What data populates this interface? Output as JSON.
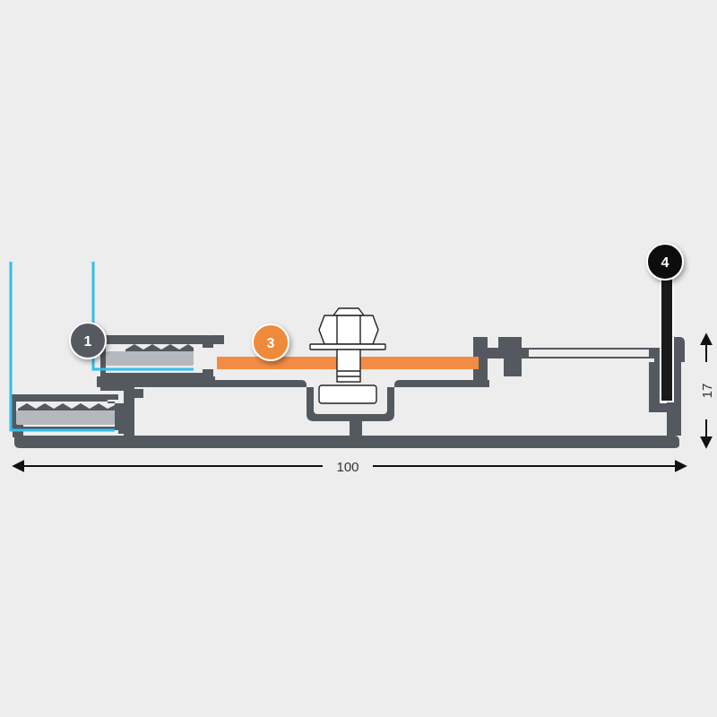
{
  "dimensions": {
    "width_label": "100",
    "height_label": "17"
  },
  "callouts": [
    {
      "id": "1",
      "label": "1",
      "color": "#555a60"
    },
    {
      "id": "3",
      "label": "3",
      "color": "#f08a3a"
    },
    {
      "id": "4",
      "label": "4",
      "color": "#111111"
    }
  ],
  "colors": {
    "background": "#ededed",
    "profile": "#545960",
    "glass_pane": "#30c0ee",
    "gasket": "#b5b9bd",
    "insert_strip": "#f28c44",
    "fastener": "#ffffff",
    "drip_plate": "#1a1a1a",
    "dimension_line": "#111111"
  },
  "icons": {
    "fastener": "hex-bolt-icon",
    "arrows": "dimension-arrow-icon"
  }
}
